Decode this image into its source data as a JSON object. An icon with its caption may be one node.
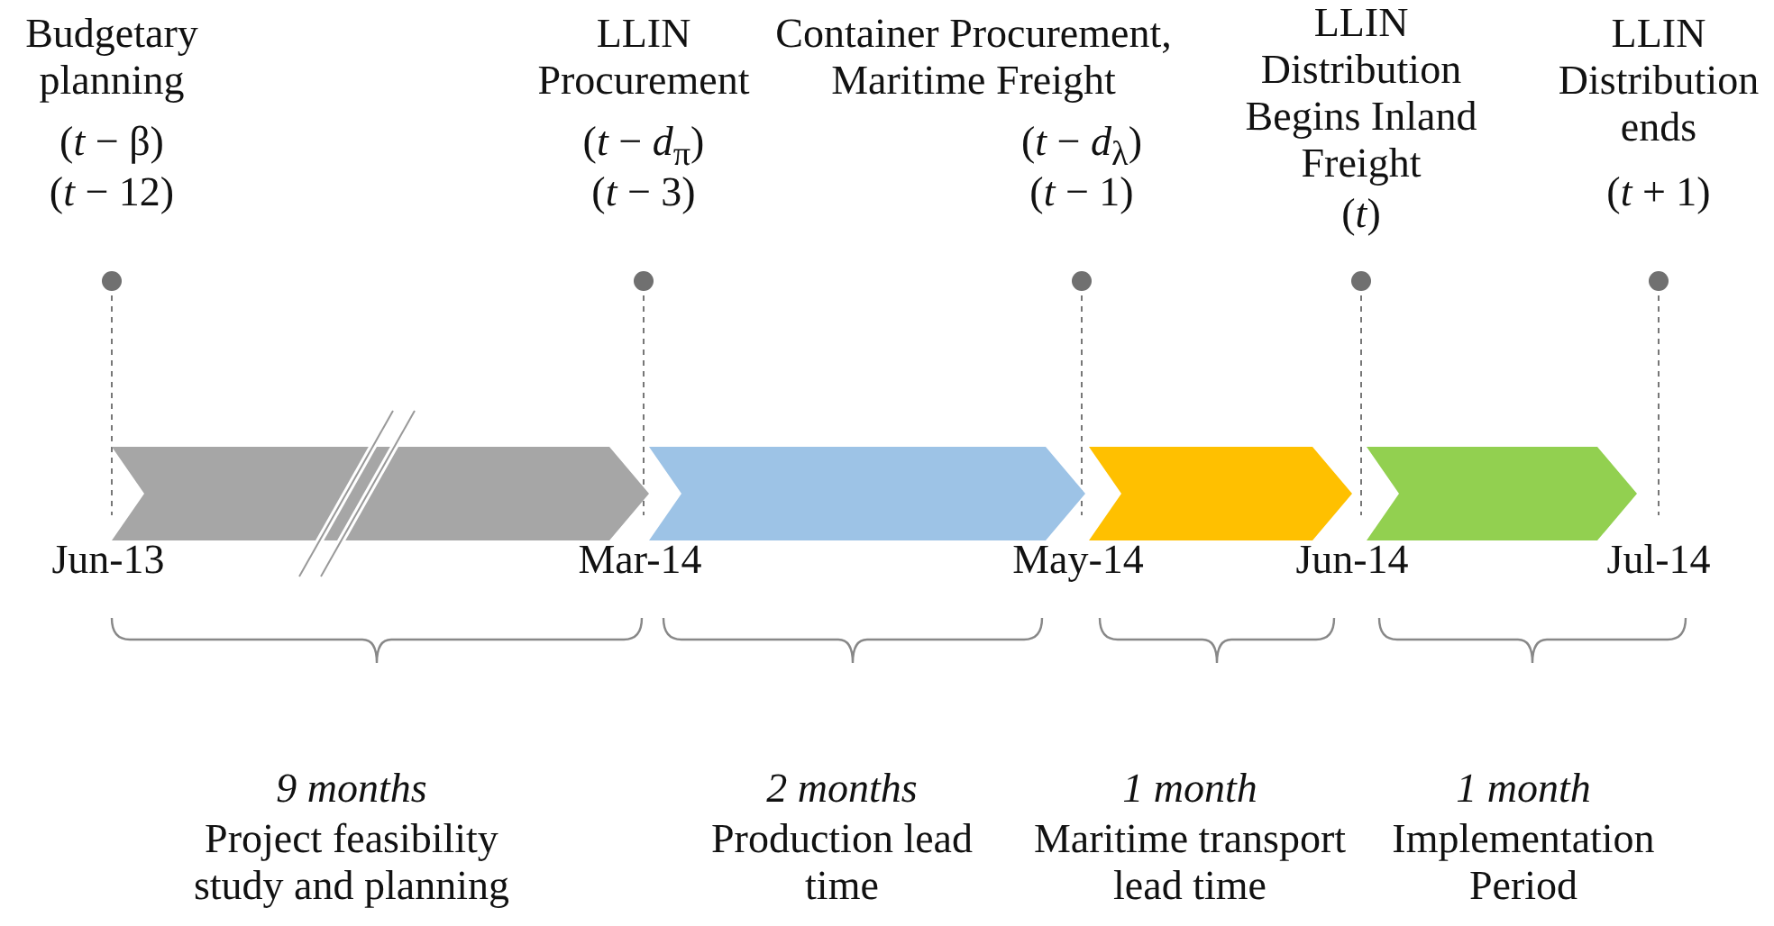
{
  "diagram": {
    "nodes": [
      {
        "text": [],
        "shape": "chevron"
      },
      {
        "text": [],
        "shape": "chevron"
      },
      {
        "text": [],
        "shape": "chevron"
      },
      {
        "text": [],
        "shape": "chevron"
      }
    ],
    "edges": [],
    "labels": [
      "Budgetary planning",
      "(*t* − β)",
      "(*t* − 12)",
      "LLIN Procurement",
      "(*t* − *d*$_{π}$)",
      "(*t* − 3)",
      "Container Procurement, Maritime Freight",
      "(*t* − *d*$_{λ}$)",
      "(*t* − 1)",
      "LLIN Distribution Begins Inland Freight",
      "(*t*)",
      "LLIN Distribution ends",
      "(*t* + 1)",
      "Jun-13",
      "Mar-14",
      "May-14",
      "Jun-14",
      "Jul-14",
      "9 months",
      "Project feasibility study and planning",
      "2 months",
      "Production lead time",
      "1 month",
      "Maritime transport lead time",
      "1 month",
      "Implementation Period"
    ]
  }
}
